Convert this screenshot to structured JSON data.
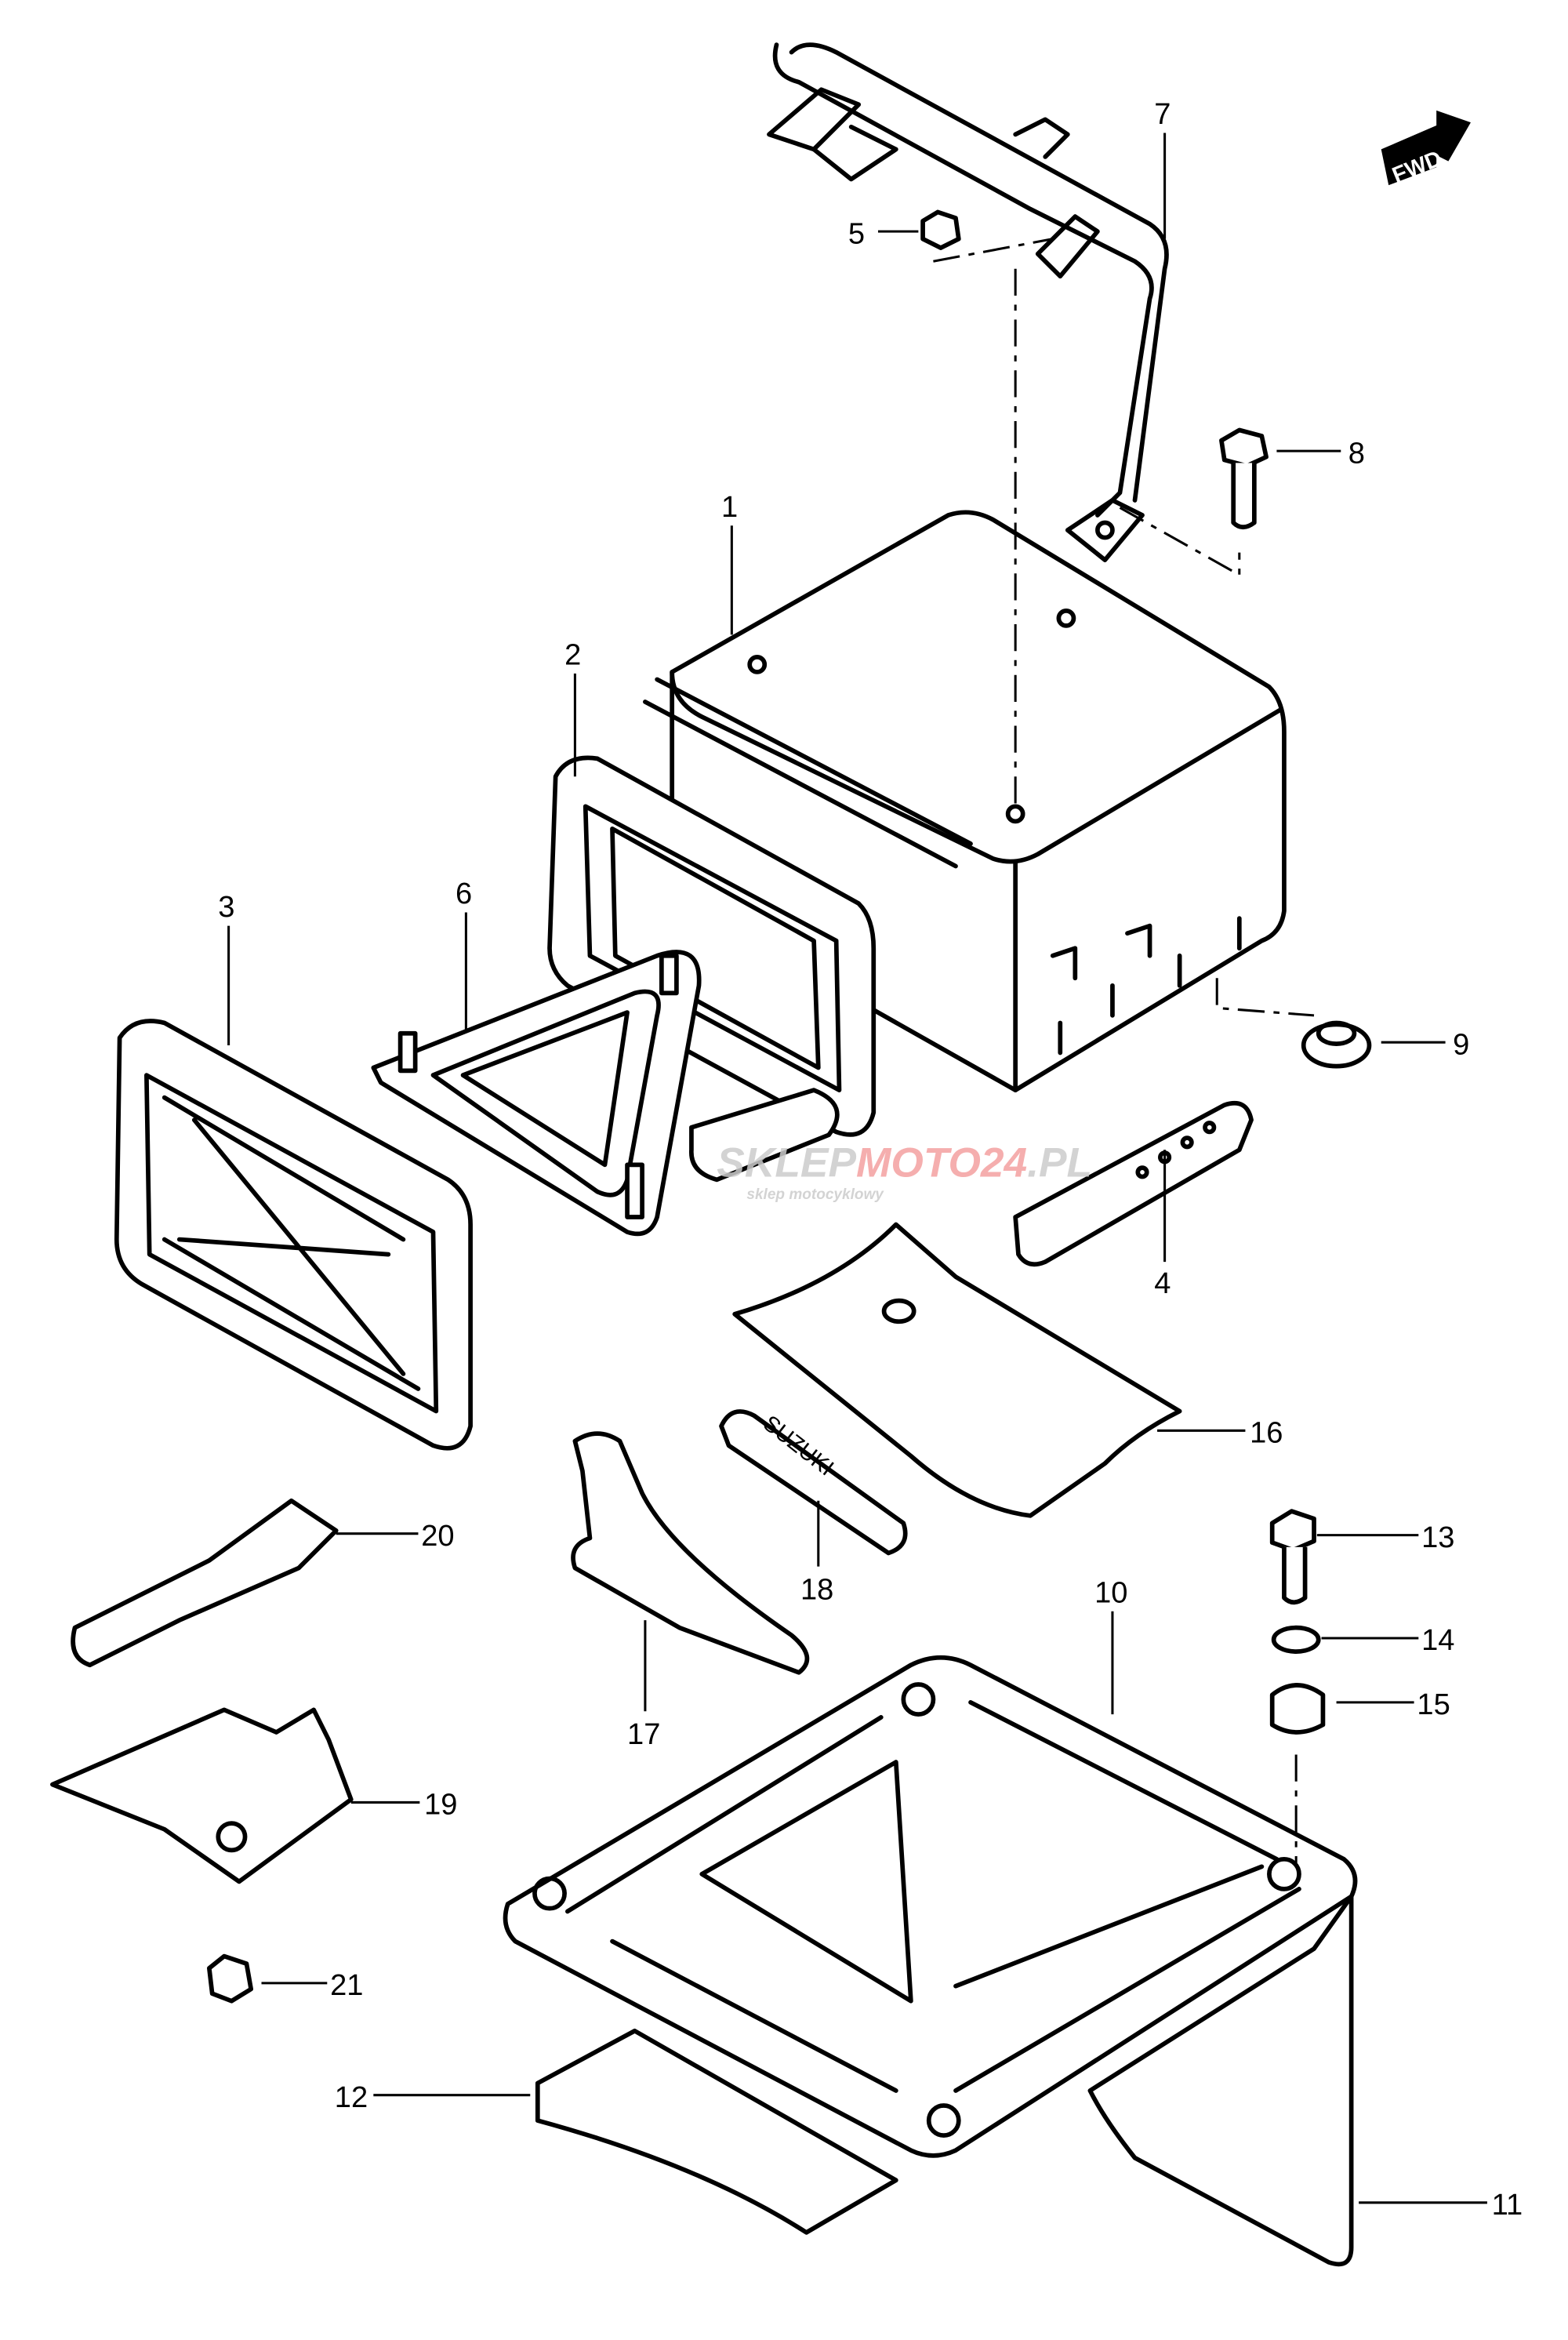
{
  "diagram": {
    "direction_badge": "FWD",
    "watermark": {
      "text_gray": "SKLEP",
      "text_red": "MOTO24",
      "text_suffix": ".PL",
      "tagline": "sklep motocyklowy",
      "color_red": "#f4a0a0",
      "color_gray": "#cccccc"
    },
    "part_stamp": "SUZUKI",
    "labels": [
      "1",
      "2",
      "3",
      "4",
      "5",
      "6",
      "7",
      "8",
      "9",
      "10",
      "11",
      "12",
      "13",
      "14",
      "15",
      "16",
      "17",
      "18",
      "19",
      "20",
      "21"
    ]
  }
}
